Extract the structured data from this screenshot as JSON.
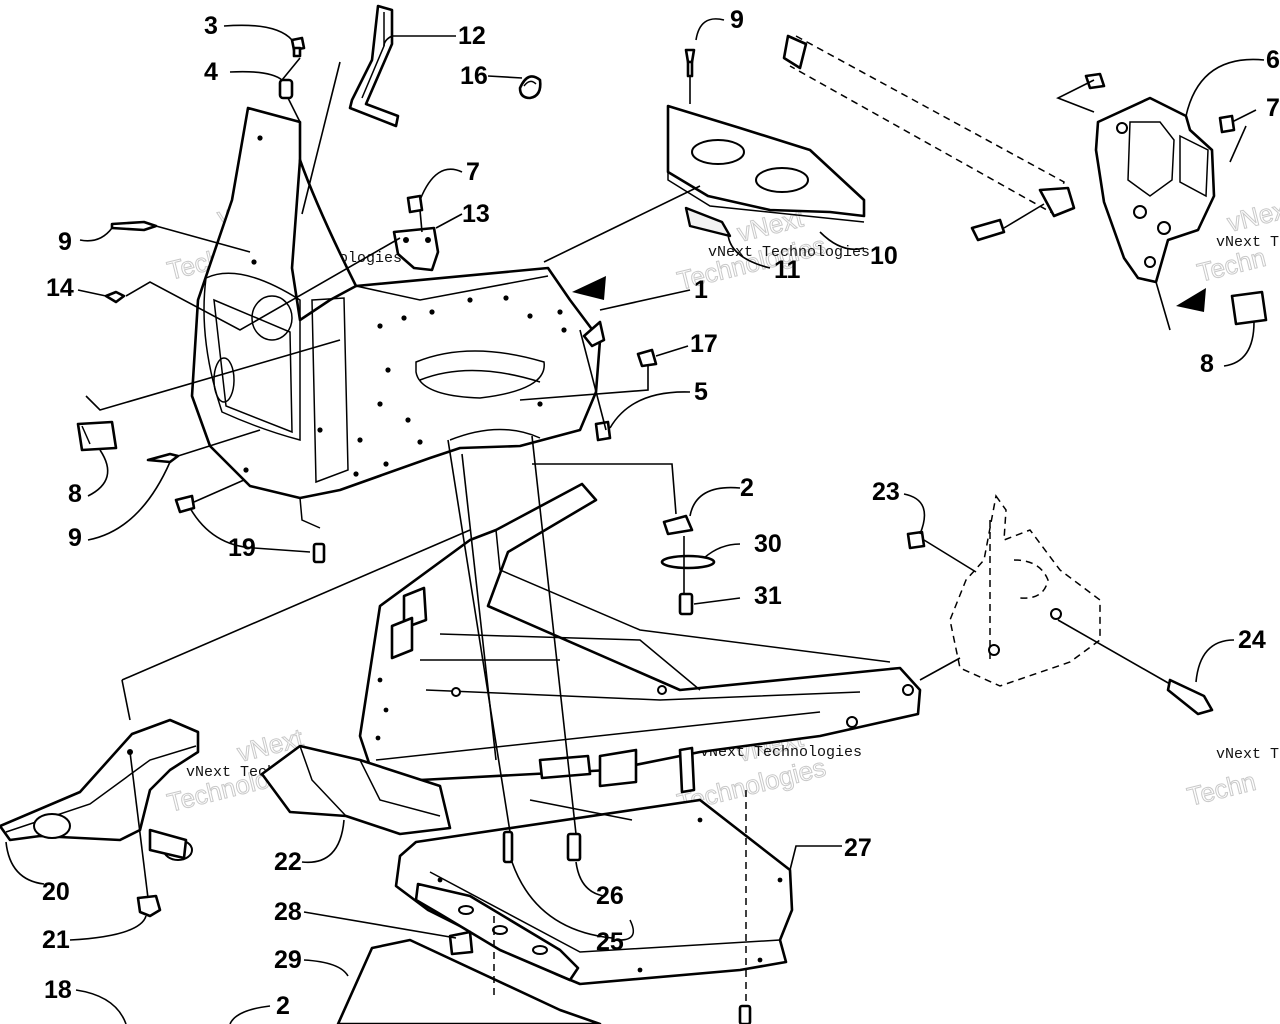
{
  "watermark": {
    "line1": "vNext",
    "line2": "Technologies",
    "caption": "vNext Technologies",
    "caption_cut": "vNext Te",
    "line2_cut": "Techn"
  },
  "callouts": {
    "c1": "1",
    "c2a": "2",
    "c2b": "2",
    "c3": "3",
    "c4": "4",
    "c5": "5",
    "c6": "6",
    "c7a": "7",
    "c7b": "7",
    "c8a": "8",
    "c8b": "8",
    "c9a": "9",
    "c9b": "9",
    "c9c": "9",
    "c10": "10",
    "c11": "11",
    "c12": "12",
    "c13": "13",
    "c14": "14",
    "c16": "16",
    "c17": "17",
    "c18": "18",
    "c19": "19",
    "c20": "20",
    "c21": "21",
    "c22": "22",
    "c23": "23",
    "c24": "24",
    "c25": "25",
    "c26": "26",
    "c27": "27",
    "c28": "28",
    "c29": "29",
    "c30": "30",
    "c31": "31"
  },
  "colors": {
    "line": "#000000",
    "paper": "#ffffff",
    "watermark": "#c9c9c9"
  }
}
